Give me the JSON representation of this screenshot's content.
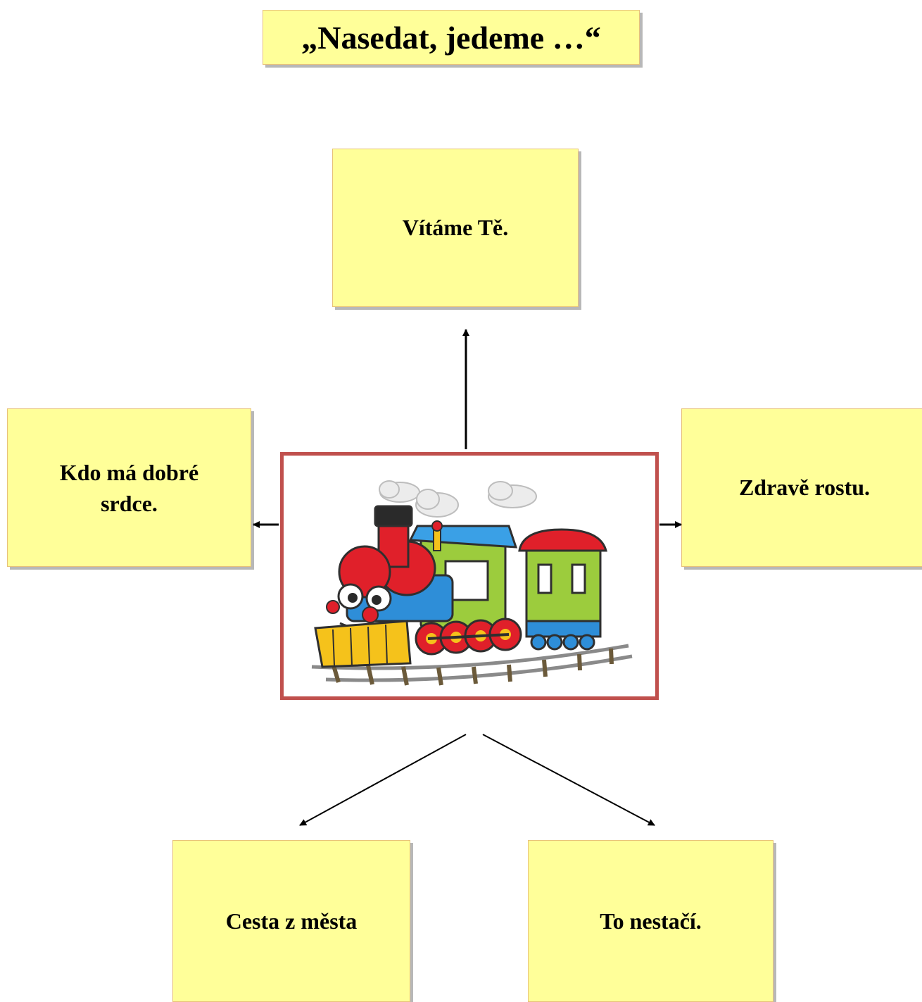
{
  "title": "„Nasedat, jedeme …“",
  "boxes": {
    "top": "Vítáme Tě.",
    "left_line1": "Kdo má dobré",
    "left_line2": "srdce.",
    "right": "Zdravě rostu.",
    "bottom_left": "Cesta z města",
    "bottom_right": "To nestačí."
  },
  "colors": {
    "box_fill": "#ffff99",
    "frame_border": "#c0504d"
  },
  "center_image": "cartoon-train"
}
